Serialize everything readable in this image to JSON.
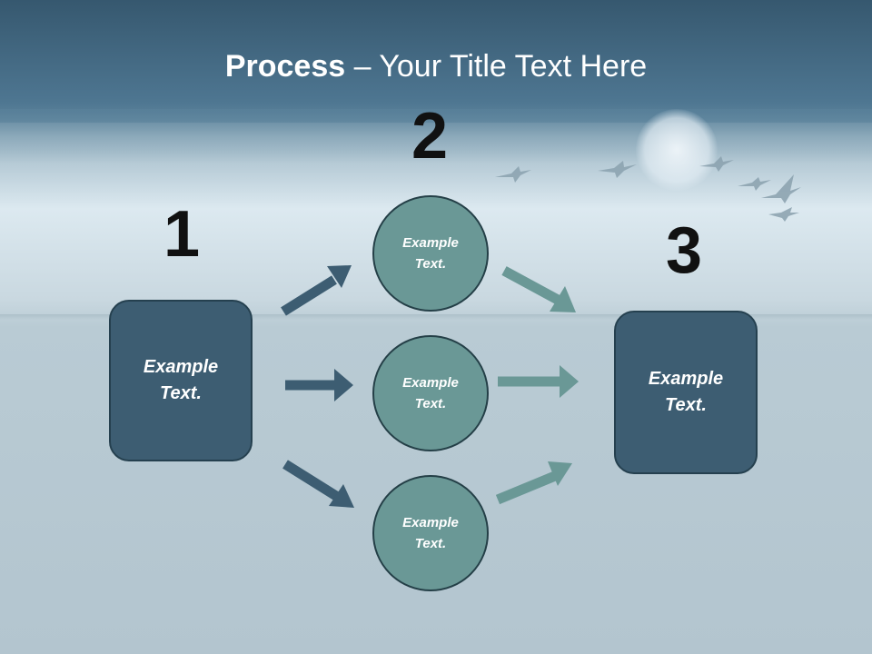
{
  "title": {
    "bold": "Process",
    "rest": " – Your Title Text Here"
  },
  "steps": [
    {
      "number": "1",
      "label": "Example Text."
    },
    {
      "number": "2",
      "items": [
        {
          "label": "Example Text."
        },
        {
          "label": "Example Text."
        },
        {
          "label": "Example Text."
        }
      ]
    },
    {
      "number": "3",
      "label": "Example Text."
    }
  ],
  "colors": {
    "box_fill": "#3d5d72",
    "circle_fill": "#6a9896",
    "arrow_dark": "#3d5d72",
    "arrow_teal": "#6a9896",
    "number_text": "#111111"
  }
}
